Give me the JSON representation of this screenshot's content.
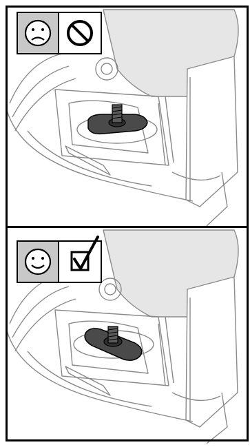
{
  "panels": [
    {
      "id": "incorrect",
      "face_icon": "sad-face-icon",
      "status_icon": "prohibited-icon",
      "fastener_orientation": "wing-nut-rotated-wrong"
    },
    {
      "id": "correct",
      "face_icon": "happy-face-icon",
      "status_icon": "checked-box-icon",
      "fastener_orientation": "wing-nut-rotated-correct"
    }
  ],
  "colors": {
    "frame": "#000000",
    "line_art": "#8a8a8a",
    "hood_fill": "#e6e6e6",
    "badge_face_bg": "#c8c8c8",
    "part_fill": "#4a4a4a"
  }
}
